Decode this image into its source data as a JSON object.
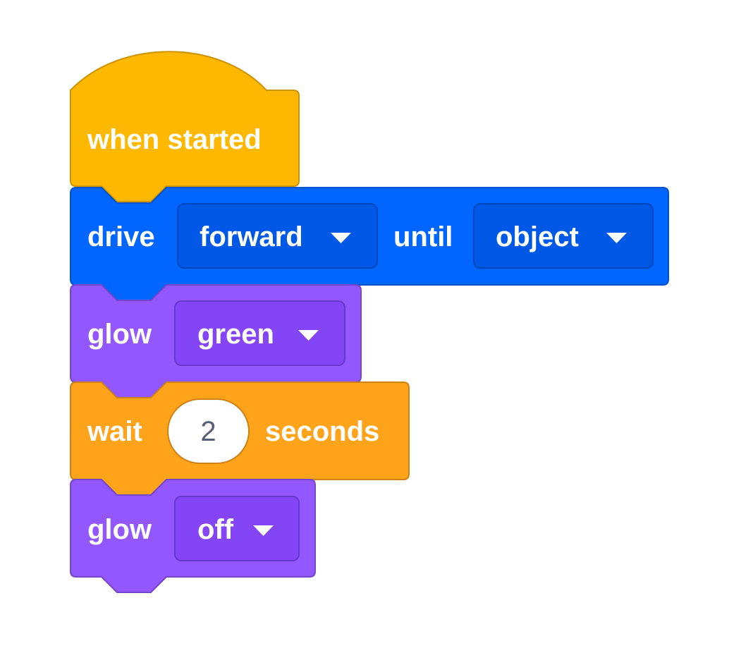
{
  "colors": {
    "events": "#ffb800",
    "events_border": "#cc9300",
    "drivetrain": "#0066ff",
    "drivetrain_border": "#0052cc",
    "drivetrain_field": "#0058e6",
    "looks": "#9257ff",
    "looks_border": "#7546cc",
    "looks_field": "#8345f5",
    "control": "#ffa31a",
    "control_border": "#cc8215",
    "input_fill": "#ffffff",
    "input_text": "#575e75"
  },
  "blocks": {
    "hat": {
      "label": "when started"
    },
    "drive": {
      "label": "drive",
      "direction_value": "forward",
      "until_label": "until",
      "condition_value": "object"
    },
    "glow1": {
      "label": "glow",
      "color_value": "green"
    },
    "wait": {
      "label": "wait",
      "seconds_value": "2",
      "unit_label": "seconds"
    },
    "glow2": {
      "label": "glow",
      "color_value": "off"
    }
  },
  "icons": {
    "dropdown": "triangle-down-icon"
  }
}
